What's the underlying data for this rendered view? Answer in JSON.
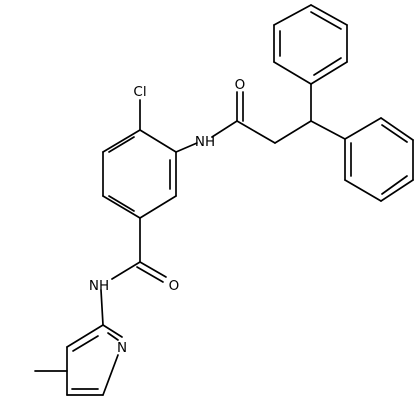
{
  "structure": {
    "atom_labels": {
      "cl": "Cl",
      "amide_nh_top": "NH",
      "carbonyl_o_top": "O",
      "amide_nh_bottom": "NH",
      "carbonyl_o_bottom": "O",
      "pyridine_n": "N"
    },
    "colors": {
      "bond": "#000000",
      "text": "#000000",
      "background": "#ffffff"
    }
  }
}
